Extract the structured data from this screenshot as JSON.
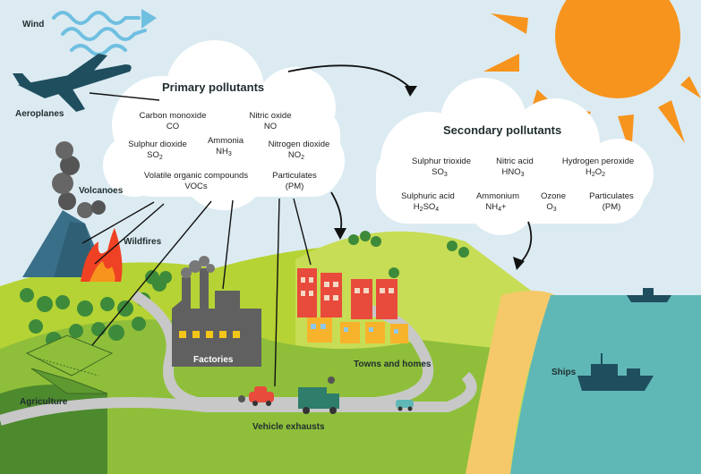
{
  "labels": {
    "wind": "Wind",
    "aeroplanes": "Aeroplanes",
    "volcanoes": "Volcanoes",
    "wildfires": "Wildfires",
    "factories": "Factories",
    "towns": "Towns and homes",
    "agriculture": "Agriculture",
    "vehicles": "Vehicle exhausts",
    "ships": "Ships"
  },
  "primary": {
    "title": "Primary pollutants",
    "items": [
      {
        "name": "Carbon monoxide",
        "formula": "CO"
      },
      {
        "name": "Nitric oxide",
        "formula": "NO"
      },
      {
        "name": "Sulphur dioxide",
        "formula": "SO",
        "sub": "2"
      },
      {
        "name": "Ammonia",
        "formula": "NH",
        "sub": "3"
      },
      {
        "name": "Nitrogen dioxide",
        "formula": "NO",
        "sub": "2"
      },
      {
        "name": "Volatile organic compounds",
        "formula": "VOCs"
      },
      {
        "name": "Particulates",
        "formula": "(PM)"
      }
    ]
  },
  "secondary": {
    "title": "Secondary pollutants",
    "items": [
      {
        "name": "Sulphur trioxide",
        "formula": "SO",
        "sub": "3"
      },
      {
        "name": "Nitric acid",
        "formula": "HNO",
        "sub": "3"
      },
      {
        "name": "Hydrogen peroxide",
        "formula": "H",
        "sub": "2",
        "formula2": "O",
        "sub2": "2"
      },
      {
        "name": "Sulphuric acid",
        "formula": "H",
        "sub": "2",
        "formula2": "SO",
        "sub2": "4"
      },
      {
        "name": "Ammonium",
        "formula": "NH",
        "sub": "4",
        "suffix": "+"
      },
      {
        "name": "Ozone",
        "formula": "O",
        "sub": "3"
      },
      {
        "name": "Particulates",
        "formula": "(PM)"
      }
    ]
  },
  "colors": {
    "sky": "#ffffff",
    "sun": "#f7941d",
    "grass_light": "#b5d334",
    "grass_dark": "#76a82f",
    "sea": "#5fb8b6",
    "sand": "#f5c96a",
    "road": "#c8c8c8",
    "navy": "#1f4e5f"
  }
}
